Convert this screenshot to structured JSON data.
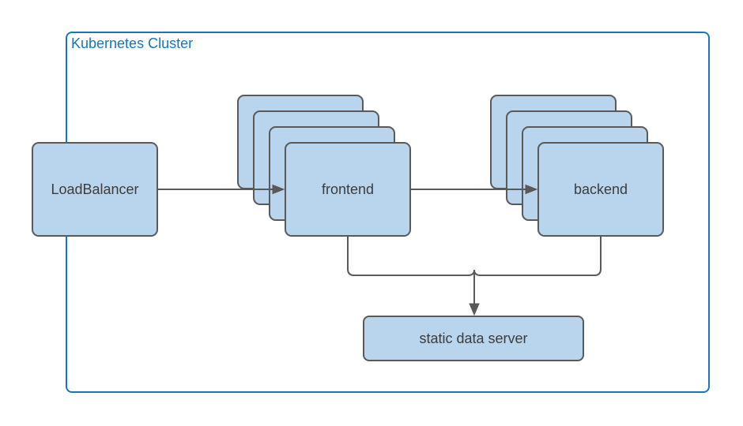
{
  "cluster": {
    "label": "Kubernetes Cluster"
  },
  "nodes": {
    "load_balancer": {
      "label": "LoadBalancer",
      "replicas": 1
    },
    "frontend": {
      "label": "frontend",
      "replicas": 4
    },
    "backend": {
      "label": "backend",
      "replicas": 4
    },
    "static_server": {
      "label": "static data server",
      "replicas": 1
    }
  },
  "edges": [
    {
      "from": "load_balancer",
      "to": "frontend",
      "arrow": true
    },
    {
      "from": "frontend",
      "to": "backend",
      "arrow": true
    },
    {
      "from": "frontend",
      "to": "static_server",
      "arrow": true
    },
    {
      "from": "backend",
      "to": "static_server",
      "arrow": true
    }
  ],
  "colors": {
    "node_fill": "#B9D5EE",
    "node_border": "#595959",
    "connector": "#595959",
    "cluster_border": "#1777B8",
    "cluster_label": "#1777B8",
    "node_text": "#3C3C3C",
    "background": "#FFFFFF"
  }
}
